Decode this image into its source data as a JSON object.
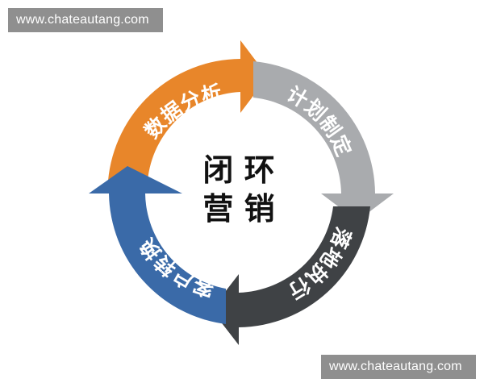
{
  "watermark": {
    "top_text": "www.chateautang.com",
    "bottom_text": "www.chateautang.com"
  },
  "cycle": {
    "center": {
      "line1": "闭 环",
      "line2": "营 销"
    },
    "segments": [
      {
        "label": "数据分析",
        "color": "#e8862a"
      },
      {
        "label": "计划制定",
        "color": "#a9abae"
      },
      {
        "label": "落地执行",
        "color": "#3f4245"
      },
      {
        "label": "客户转换",
        "color": "#3a6aa8"
      }
    ]
  }
}
